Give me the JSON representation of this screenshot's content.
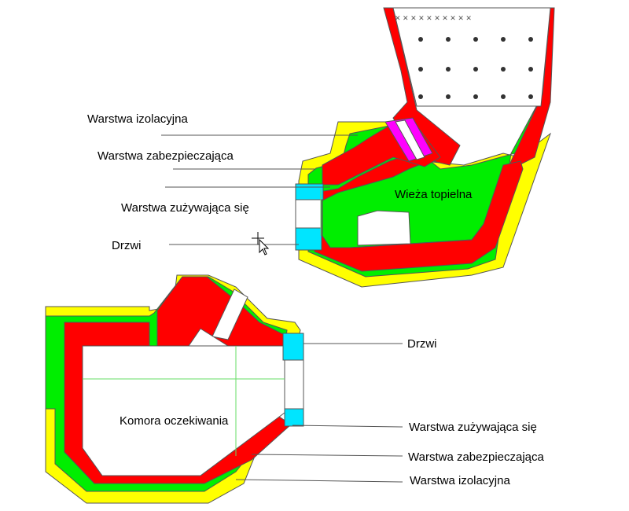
{
  "labels": {
    "tower_insulation": "Warstwa izolacyjna",
    "tower_protective": "Warstwa zabezpieczająca",
    "tower_wear": "Warstwa zużywająca się",
    "tower_door": "Drzwi",
    "tower_title": "Wieża topielna",
    "chamber_title": "Komora oczekiwania",
    "chamber_door": "Drzwi",
    "chamber_wear": "Warstwa zużywająca się",
    "chamber_protective": "Warstwa zabezpieczająca",
    "chamber_insulation": "Warstwa izolacyjna"
  },
  "colors": {
    "wear_layer": "#ff0000",
    "protective_layer": "#00ee00",
    "insulation_layer": "#ffff00",
    "door": "#00e5ff",
    "burner_port": "#ff00ff",
    "outline": "#555555",
    "guide_line": "#66dd66"
  },
  "icons": {
    "cursor": "move-cursor-icon"
  }
}
